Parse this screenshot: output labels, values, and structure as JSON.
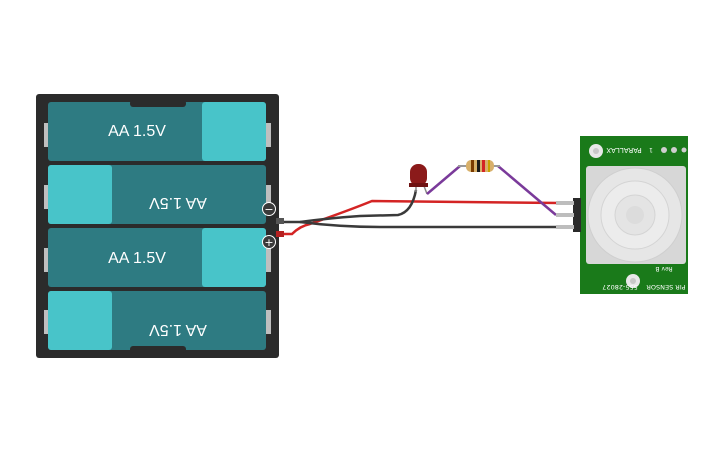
{
  "battery_pack": {
    "cells": [
      {
        "label": "AA 1.5V",
        "flipped": false
      },
      {
        "label": "AA 1.5V",
        "flipped": true
      },
      {
        "label": "AA 1.5V",
        "flipped": false
      },
      {
        "label": "AA 1.5V",
        "flipped": true
      }
    ],
    "terminal_negative": "−",
    "terminal_positive": "+"
  },
  "pir_sensor": {
    "brand": "PARALLAX",
    "name": "PIR SENSOR",
    "part_number": "555-28027",
    "revision": "Rev B",
    "pin_mark": "1"
  },
  "colors": {
    "battery_case": "#2b2b2b",
    "cell_body": "#2e7b82",
    "cell_cap": "#48c4c9",
    "board": "#1a7a1a",
    "wire_red": "#d42424",
    "wire_black": "#3a3a3a",
    "wire_purple": "#7a3a9a",
    "led": "#8b1a1a"
  }
}
